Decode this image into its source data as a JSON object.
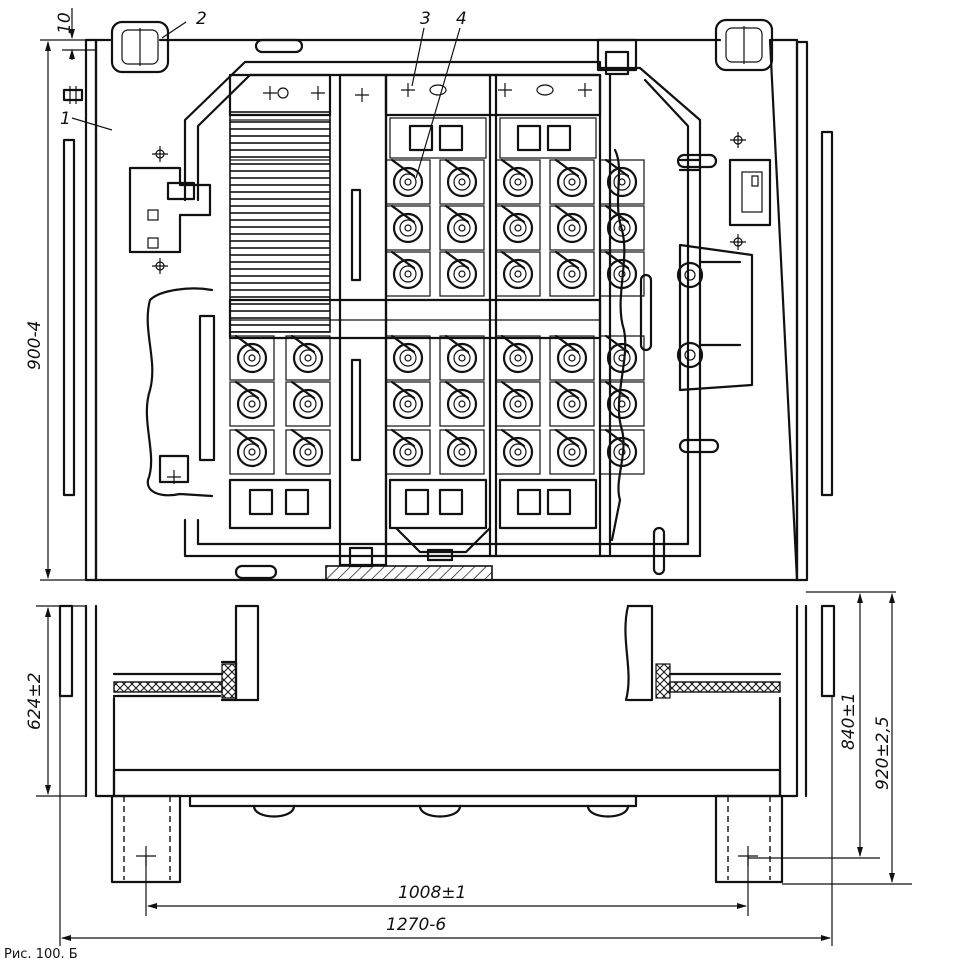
{
  "figure": {
    "caption_visible": "Рис. 100. Б",
    "callouts": [
      "1",
      "2",
      "3",
      "4"
    ],
    "dimensions": {
      "top_gap": "10",
      "plan_height": "900-4",
      "section_height": "624±2",
      "inner_height": "840±1",
      "outer_height": "920±2,5",
      "inner_width": "1008±1",
      "outer_width": "1270-6"
    }
  }
}
